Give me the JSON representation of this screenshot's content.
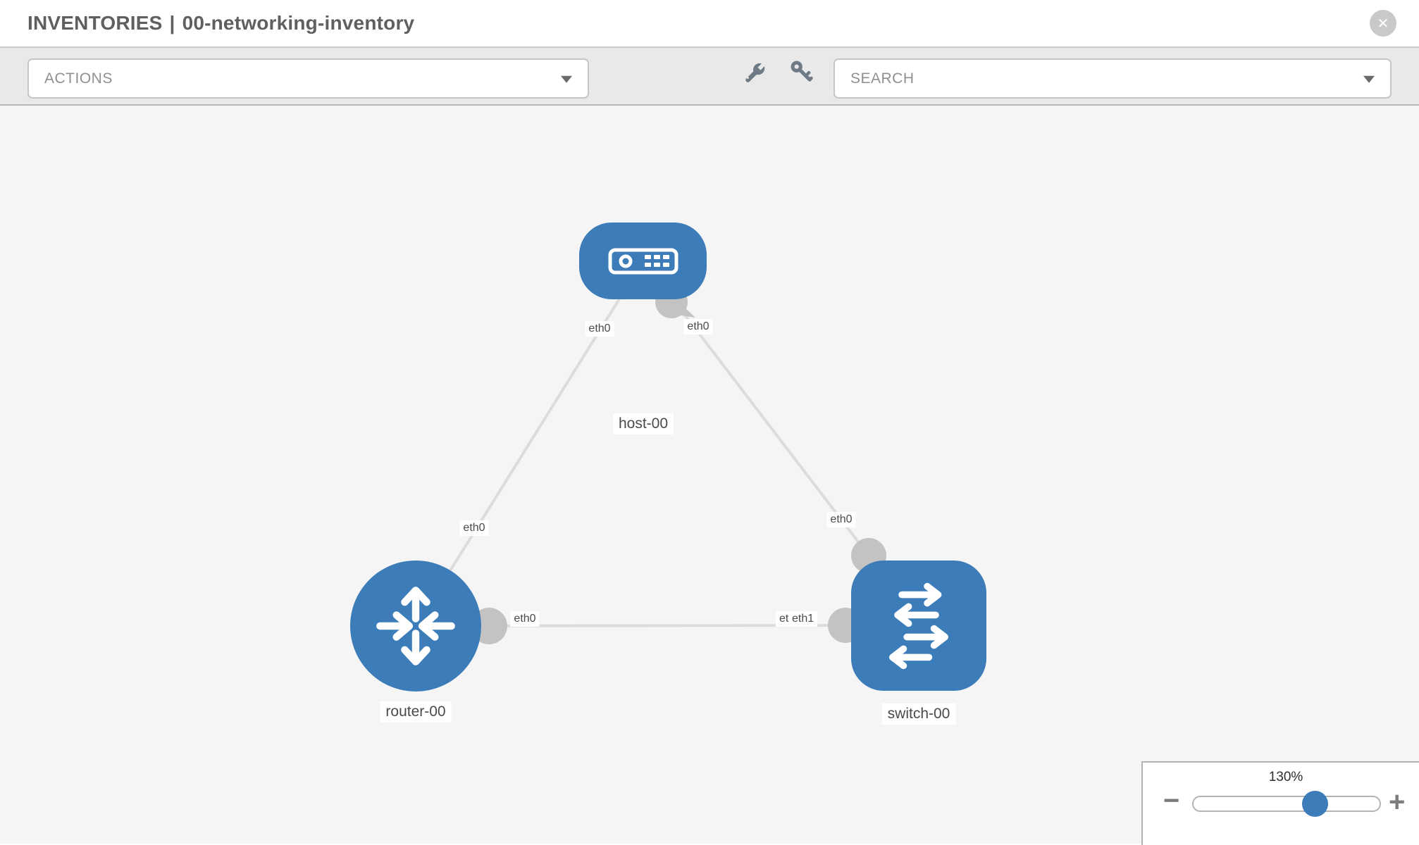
{
  "header": {
    "section": "INVENTORIES",
    "separator": "|",
    "inventory_name": "00-networking-inventory"
  },
  "toolbar": {
    "actions_label": "ACTIONS",
    "search_label": "SEARCH"
  },
  "icons": {
    "close": "✕",
    "minus": "−",
    "plus": "+"
  },
  "colors": {
    "node_blue": "#3c7cb8",
    "link_gray": "#dcdcdc",
    "connector_gray": "#c3c3c3",
    "toolbar_bg": "#e9e9e9",
    "canvas_bg": "#f5f5f5",
    "icon_slate": "#6e7b87"
  },
  "topology": {
    "nodes": [
      {
        "id": "host-00",
        "type": "host",
        "label": "host-00"
      },
      {
        "id": "router-00",
        "type": "router",
        "label": "router-00"
      },
      {
        "id": "switch-00",
        "type": "switch",
        "label": "switch-00"
      }
    ],
    "links": [
      {
        "from": "host-00",
        "to": "router-00",
        "from_interface": "eth0",
        "to_interface": "eth0"
      },
      {
        "from": "host-00",
        "to": "switch-00",
        "from_interface": "eth0",
        "to_interface": "eth0"
      },
      {
        "from": "router-00",
        "to": "switch-00",
        "from_interface": "eth0",
        "to_interface": "eth1"
      }
    ],
    "hidden_label": {
      "text": "eth0"
    }
  },
  "zoom_control": {
    "level": "130%"
  }
}
